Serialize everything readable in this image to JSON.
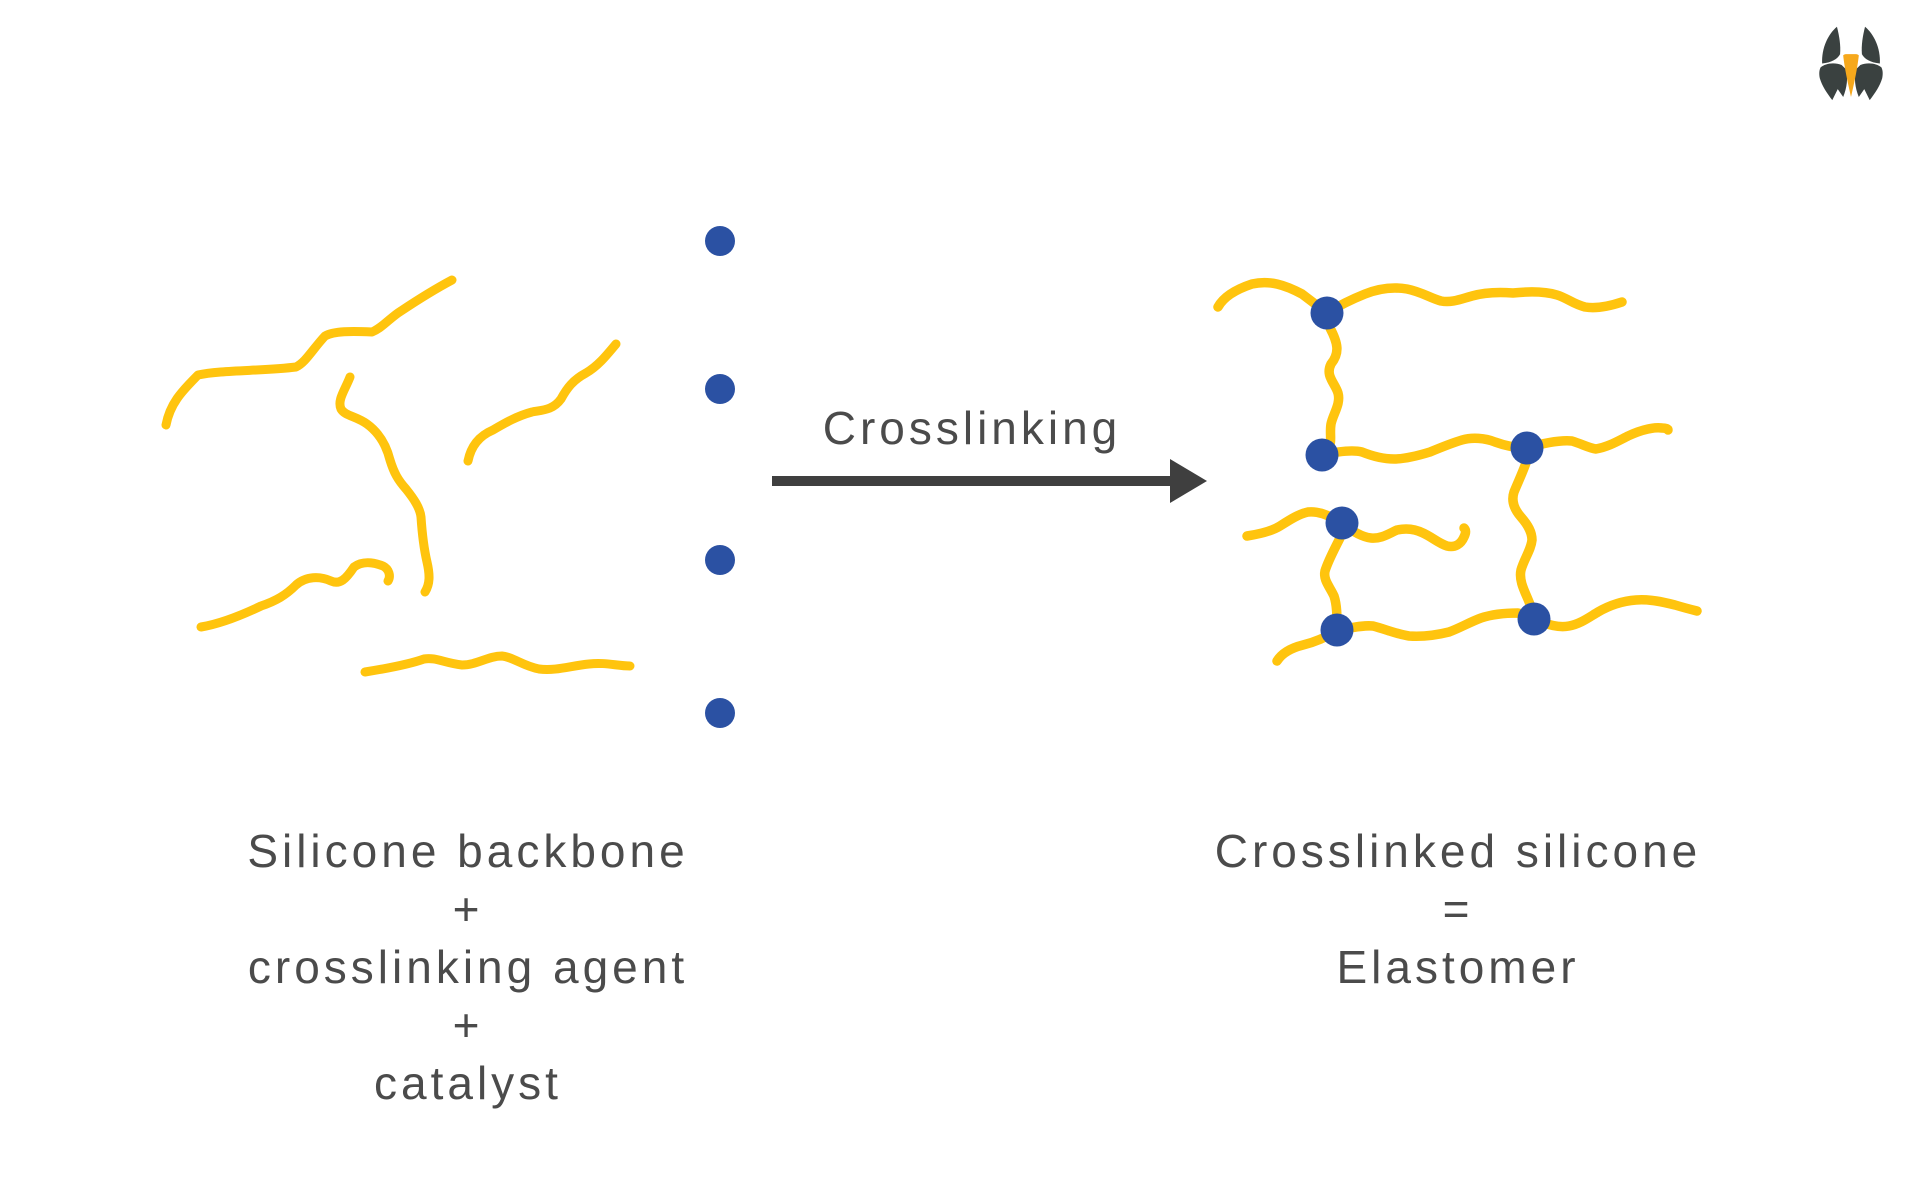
{
  "colors": {
    "background": "#FFFFFF",
    "chain_yellow": "#FFC40E",
    "crosslink_blue": "#2B51A3",
    "label_gray": "#4B4B4B",
    "arrow_gray": "#3F3F3F",
    "logo_dark": "#3A4140",
    "logo_yellow": "#F6A81C"
  },
  "diagram": {
    "arrow": {
      "label": "Crosslinking"
    },
    "left_group": {
      "caption_lines": [
        "Silicone backbone",
        "+",
        "crosslinking agent",
        "+",
        "catalyst"
      ],
      "chain_count": 5
    },
    "crosslinker_column": {
      "dot_count": 4
    },
    "right_group": {
      "caption_lines": [
        "Crosslinked silicone",
        "=",
        "Elastomer"
      ],
      "crosslink_dot_count": 6
    }
  },
  "logo": {
    "name": "lynx-head-logo"
  }
}
